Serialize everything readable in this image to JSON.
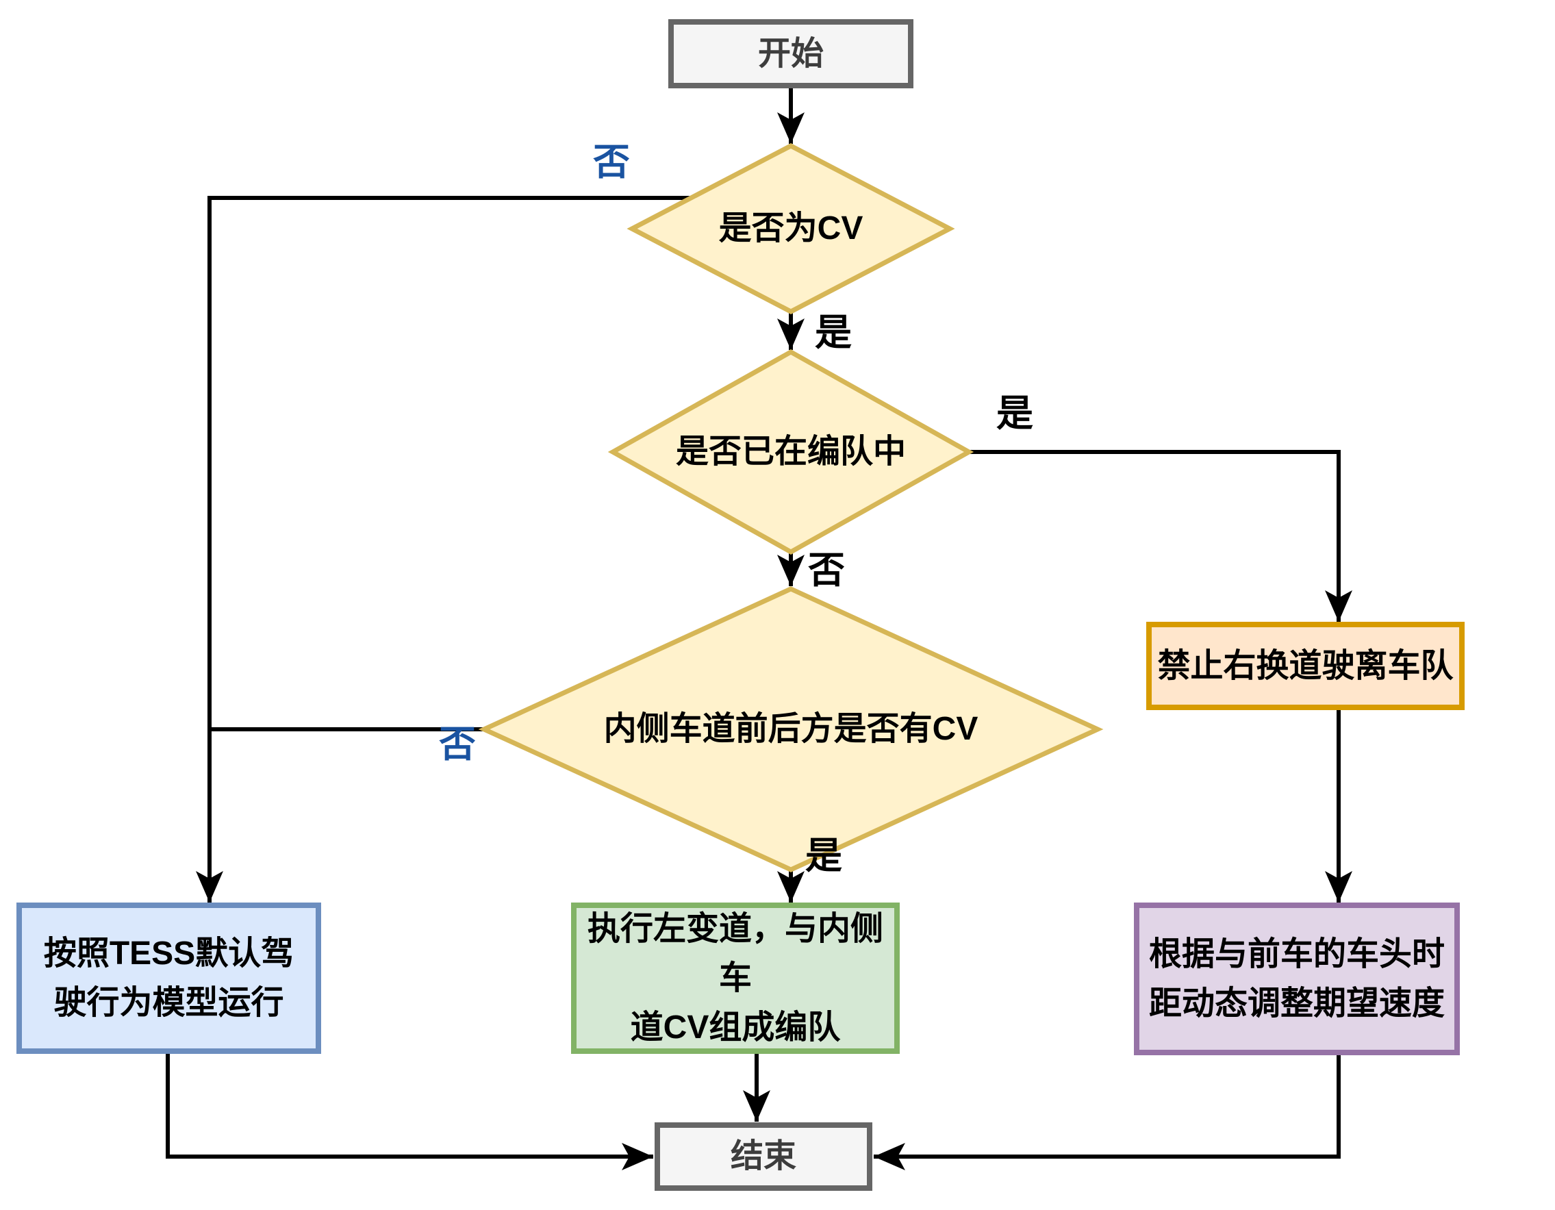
{
  "flowchart": {
    "nodes": {
      "start": {
        "label": "开始"
      },
      "is_cv": {
        "label": "是否为CV"
      },
      "in_platoon": {
        "label": "是否已在编队中"
      },
      "cv_nearby": {
        "label": "内侧车道前后方是否有CV"
      },
      "tess_default": {
        "label": [
          "按照TESS默认驾",
          "驶行为模型运行"
        ]
      },
      "left_lane_change": {
        "label": [
          "执行左变道，与内侧车",
          "道CV组成编队"
        ]
      },
      "no_right_change": {
        "label": "禁止右换道驶离车队"
      },
      "adjust_speed": {
        "label": [
          "根据与前车的车头时",
          "距动态调整期望速度"
        ]
      },
      "end": {
        "label": "结束"
      }
    },
    "edge_labels": {
      "is_cv_no": "否",
      "is_cv_yes": "是",
      "in_platoon_yes": "是",
      "in_platoon_no": "否",
      "cv_nearby_no": "否",
      "cv_nearby_yes": "是"
    },
    "colors": {
      "terminator_fill": "#F5F5F5",
      "terminator_stroke": "#666666",
      "decision_fill": "#FFF2CC",
      "decision_stroke": "#D6B656",
      "process_blue_fill": "#DAE8FC",
      "process_blue_stroke": "#6C8EBF",
      "process_green_fill": "#D5E8D4",
      "process_green_stroke": "#82B366",
      "process_orange_fill": "#FFE6CC",
      "process_orange_stroke": "#D79B00",
      "process_purple_fill": "#E1D5E7",
      "process_purple_stroke": "#9673A6",
      "edge": "#000000",
      "label_no_blue": "#1A53A1",
      "text": "#000000"
    }
  }
}
